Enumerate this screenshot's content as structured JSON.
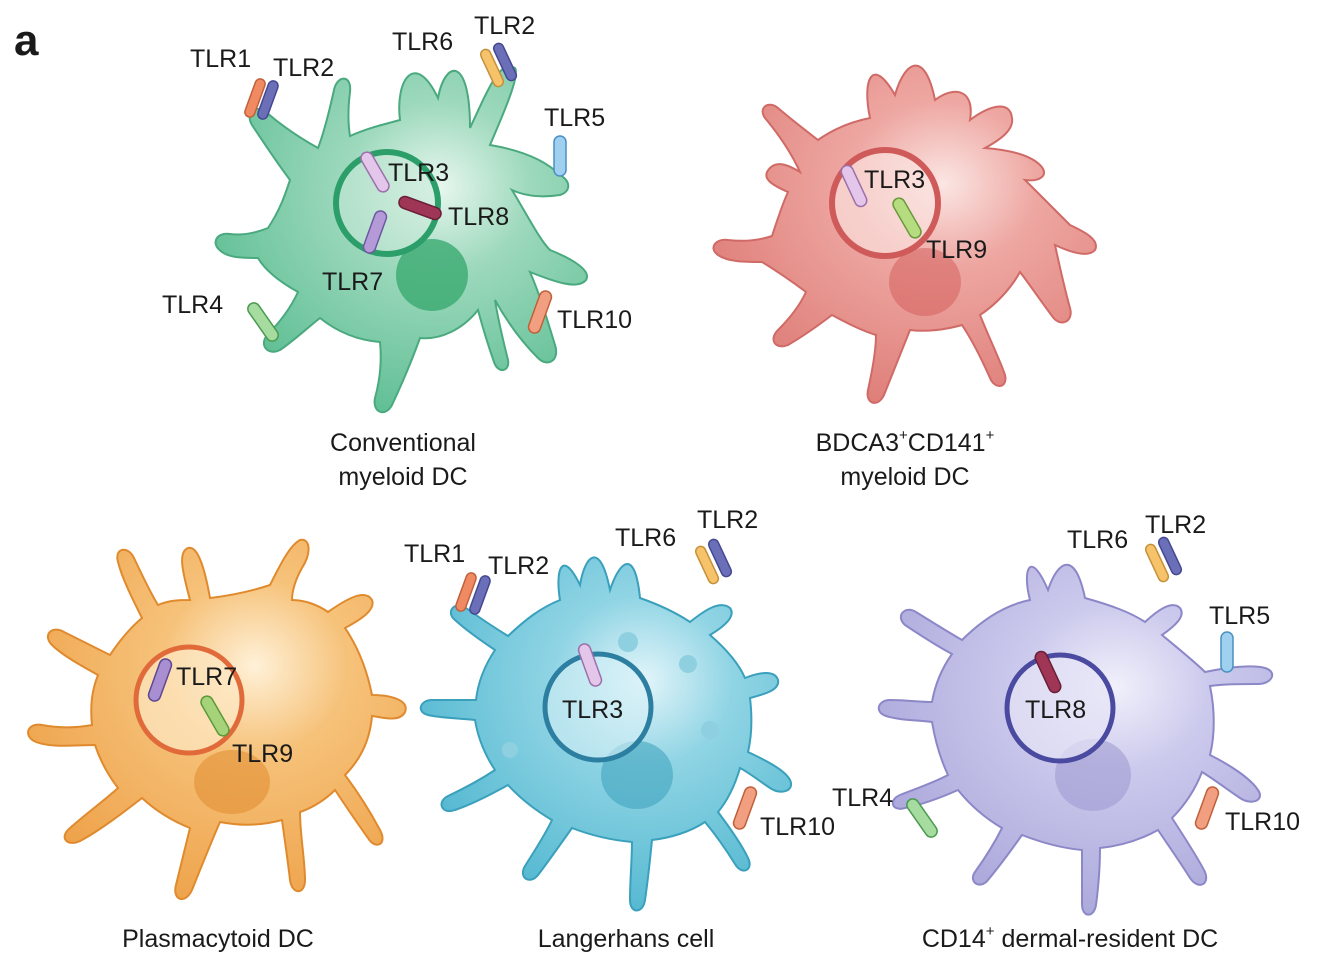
{
  "panel_label": "a",
  "colors": {
    "conventional_cell": "#6cc6a0",
    "bdca3_cell": "#e58c88",
    "plasmacytoid_cell": "#f2ac4e",
    "langerhans_cell": "#5fc0d6",
    "cd14_cell": "#b8b6e0",
    "tlr1": "#f08a62",
    "tlr2": "#6b6fb8",
    "tlr3": "#d9b2e0",
    "tlr4": "#7ec888",
    "tlr5": "#7fbde8",
    "tlr6": "#f6c26a",
    "tlr7": "#a98ed2",
    "tlr8": "#a03656",
    "tlr9": "#a6d27a",
    "tlr10": "#f08a62"
  },
  "cells": [
    {
      "id": "conventional",
      "caption_line1": "Conventional",
      "caption_line2": "myeloid DC",
      "labels": [
        "TLR1",
        "TLR2",
        "TLR6",
        "TLR2",
        "TLR5",
        "TLR3",
        "TLR8",
        "TLR7",
        "TLR4",
        "TLR10"
      ]
    },
    {
      "id": "bdca3",
      "caption_part1": "BDCA3",
      "caption_sup1": "+",
      "caption_part2": "CD141",
      "caption_sup2": "+",
      "caption_line2": "myeloid DC",
      "labels": [
        "TLR3",
        "TLR9"
      ]
    },
    {
      "id": "plasmacytoid",
      "caption_line1": "Plasmacytoid DC",
      "labels": [
        "TLR7",
        "TLR9"
      ]
    },
    {
      "id": "langerhans",
      "caption_line1": "Langerhans cell",
      "labels": [
        "TLR1",
        "TLR2",
        "TLR6",
        "TLR2",
        "TLR3",
        "TLR10"
      ]
    },
    {
      "id": "cd14",
      "caption_part1": "CD14",
      "caption_sup1": "+",
      "caption_part2": " dermal-resident DC",
      "labels": [
        "TLR6",
        "TLR2",
        "TLR5",
        "TLR8",
        "TLR4",
        "TLR10"
      ]
    }
  ]
}
